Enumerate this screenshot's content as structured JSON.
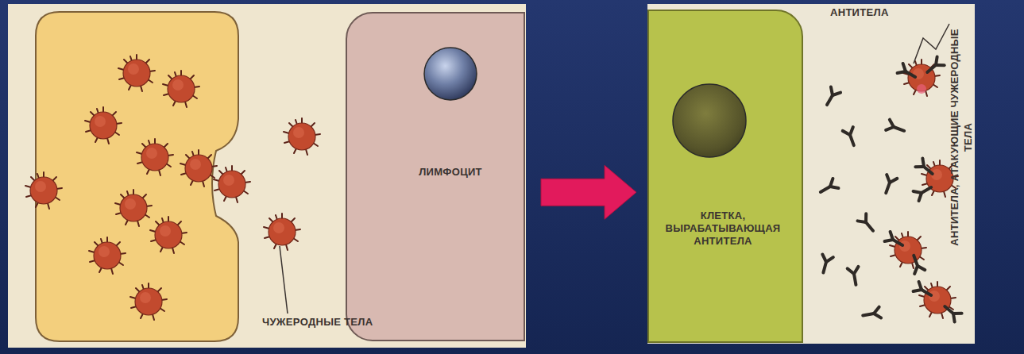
{
  "diagram": {
    "nodes": [
      {
        "text": [
          "ЛИМФОЦИТ"
        ]
      },
      {
        "text": [
          "КЛЕТКА, ВЫРАБАТЫВАЮЩАЯ АНТИТЕЛА"
        ]
      }
    ],
    "edges": [
      {
        "from": 0,
        "to": 1,
        "arrow": "to"
      }
    ],
    "labels": [
      "ЧУЖЕРОДНЫЕ ТЕЛА",
      "АНТИТЕЛА",
      "АНТИТЕЛА, АТАКУЮЩИЕ ЧУЖЕРОДНЫЕ ТЕЛА"
    ]
  }
}
